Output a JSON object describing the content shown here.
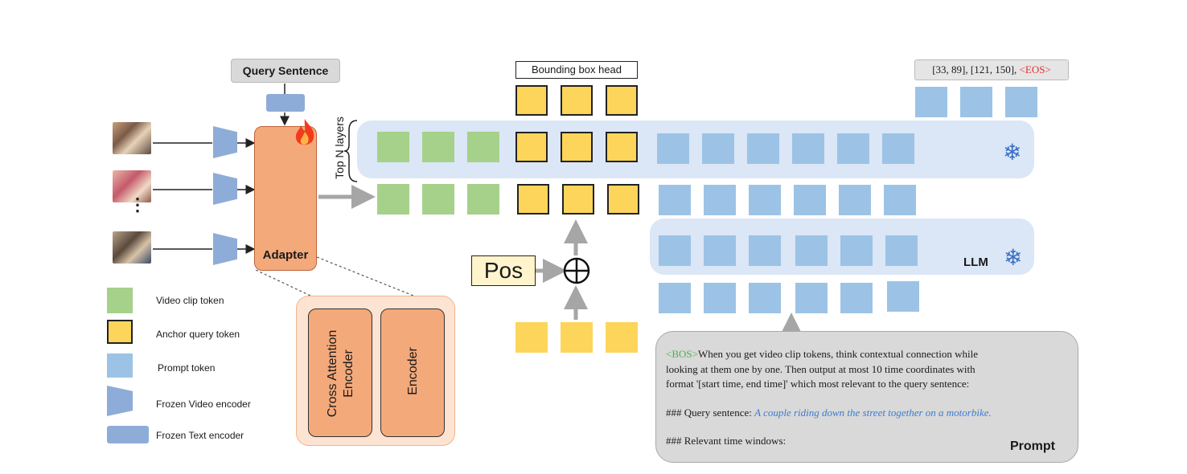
{
  "query": {
    "label": "Query Sentence"
  },
  "bbox_head": {
    "label": "Bounding box head"
  },
  "output": {
    "coords": "[33, 89], [121, 150], ",
    "eos": "<EOS>"
  },
  "top_n": {
    "label": "Top N  layers"
  },
  "adapter": {
    "label": "Adapter"
  },
  "pos": {
    "label": "Pos"
  },
  "llm": {
    "label": "LLM"
  },
  "detail": {
    "cross": "Cross Attention Encoder",
    "encoder": "Encoder"
  },
  "legend": [
    {
      "label": "Video clip token",
      "color": "#a6d18a"
    },
    {
      "label": "Anchor query token",
      "color": "#fdd55a"
    },
    {
      "label": "Prompt token",
      "color": "#9cc3e6"
    },
    {
      "label": "Frozen Video encoder",
      "color": "#8eacd8"
    },
    {
      "label": "Frozen Text encoder",
      "color": "#8eacd8"
    }
  ],
  "prompt": {
    "bos": "<BOS>",
    "line1": "When you get video clip tokens, think contextual connection while",
    "line2": "looking at them one by one. Then output at most 10 time coordinates with",
    "line3": "format '[start time, end time]' which most relevant to the query sentence:",
    "query_prefix": "### Query sentence: ",
    "query_text": "A couple riding down the street together on a motorbike.",
    "windows": "### Relevant time windows:",
    "label": "Prompt"
  },
  "colors": {
    "green": "#a6d18a",
    "yellow": "#fdd55a",
    "blue": "#9cc3e6",
    "adapter": "#f4a97a",
    "eos": "#e03030",
    "bos": "#4caf50",
    "query": "#3a7bd5"
  }
}
